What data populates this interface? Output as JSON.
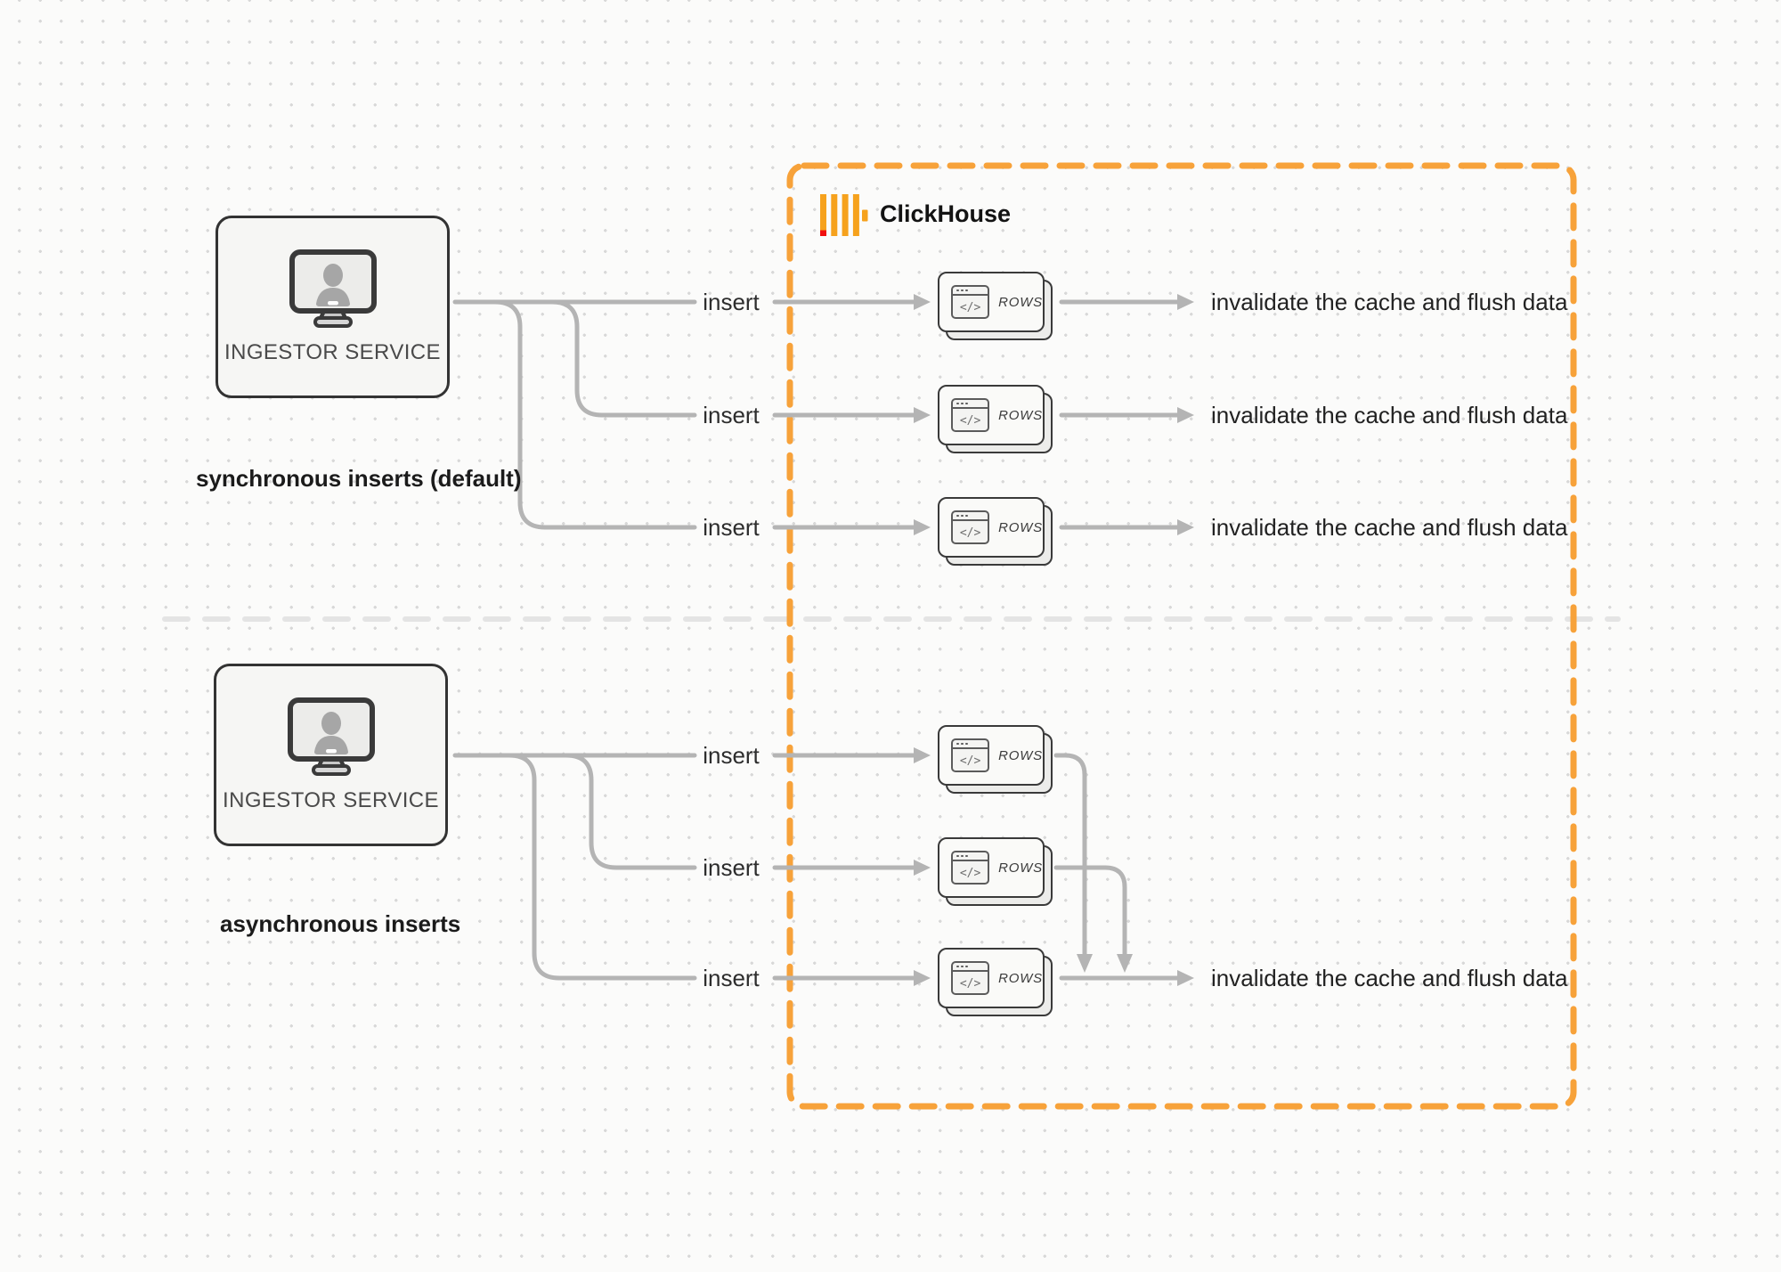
{
  "clickhouse": {
    "label": "ClickHouse",
    "logo_icon": "clickhouse-bars-icon"
  },
  "card": {
    "label": "ROWS",
    "code_glyph": "</>",
    "icon": "browser-code-window-icon"
  },
  "sections": [
    {
      "id": "sync",
      "service_label": "INGESTOR SERVICE",
      "service_icon": "monitor-user-icon",
      "caption": "synchronous inserts (default)",
      "rows": [
        {
          "insert_label": "insert",
          "result_label": "invalidate the cache and flush data"
        },
        {
          "insert_label": "insert",
          "result_label": "invalidate the cache and flush data"
        },
        {
          "insert_label": "insert",
          "result_label": "invalidate the cache and flush data"
        }
      ]
    },
    {
      "id": "async",
      "service_label": "INGESTOR SERVICE",
      "service_icon": "monitor-user-icon",
      "caption": "asynchronous inserts",
      "rows": [
        {
          "insert_label": "insert"
        },
        {
          "insert_label": "insert"
        },
        {
          "insert_label": "insert"
        }
      ],
      "result_label": "invalidate the cache and flush data"
    }
  ],
  "colors": {
    "accent_orange": "#f7a23a",
    "logo_yellow": "#f6a21d",
    "logo_red": "#f10f0f",
    "connector_gray": "#b4b4b4",
    "divider_gray": "#e4e4e4",
    "box_border_dark": "#333333",
    "background": "#fbfbfa",
    "dot_grid": "#d8d8d8"
  }
}
